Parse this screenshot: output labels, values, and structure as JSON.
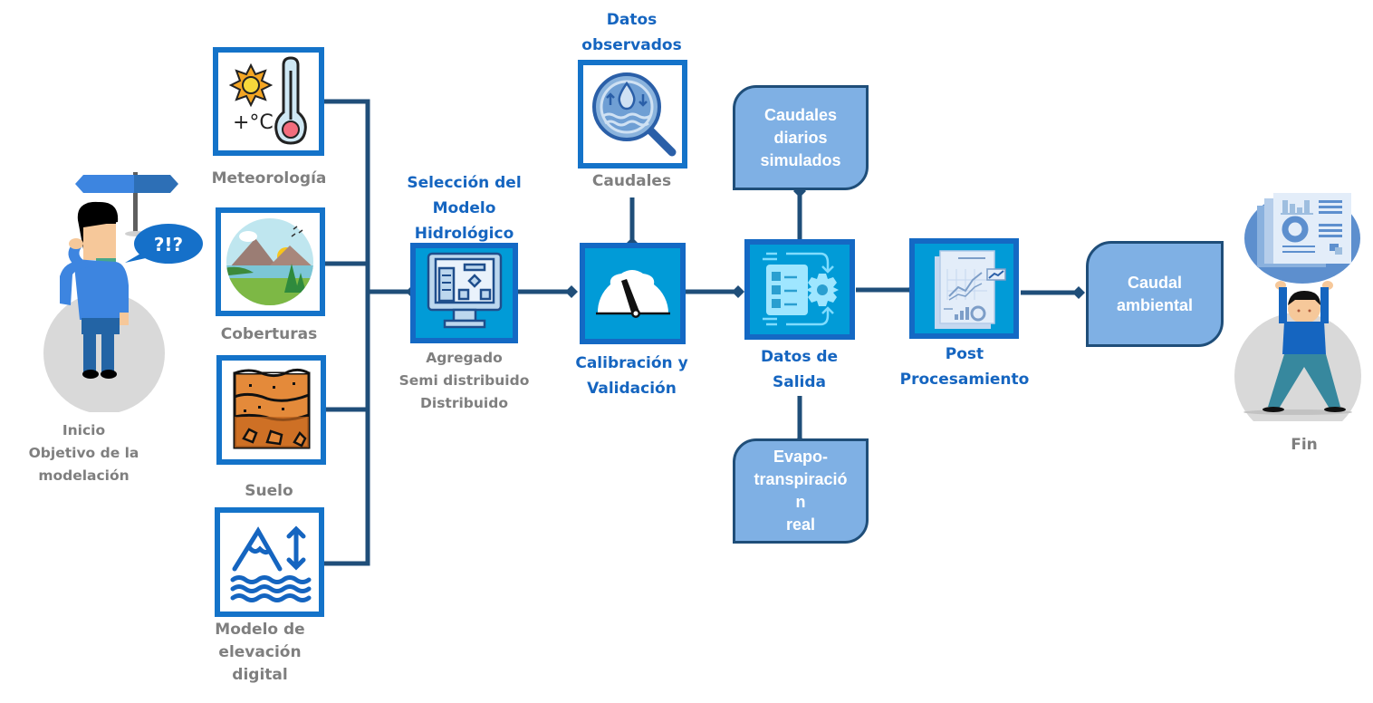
{
  "start": {
    "label_lines": [
      "Inicio",
      "Objetivo de la",
      "modelación"
    ],
    "speech_text": "?!?"
  },
  "inputs": [
    {
      "id": "meteorologia",
      "label": "Meteorología",
      "icon": "sun-thermometer-icon"
    },
    {
      "id": "coberturas",
      "label": "Coberturas",
      "icon": "landscape-icon"
    },
    {
      "id": "suelo",
      "label": "Suelo",
      "icon": "soil-layers-icon"
    },
    {
      "id": "dem",
      "label_lines": [
        "Modelo de",
        "elevación",
        "digital"
      ],
      "icon": "elevation-water-icon"
    }
  ],
  "model_selection": {
    "title_lines": [
      "Selección del",
      "Modelo",
      "Hidrológico"
    ],
    "options": [
      "Agregado",
      "Semi distribuido",
      "Distribuido"
    ],
    "icon": "monitor-flowchart-icon"
  },
  "observed": {
    "title_lines": [
      "Datos",
      "observados"
    ],
    "label": "Caudales",
    "icon": "water-magnifier-icon"
  },
  "calibration": {
    "title_lines": [
      "Calibración y",
      "Validación"
    ],
    "icon": "gauge-icon"
  },
  "output": {
    "title_lines": [
      "Datos de",
      "Salida"
    ],
    "icon": "checklist-gear-icon",
    "products": [
      {
        "id": "caudales",
        "text": "Caudales\ndiarios\nsimulados"
      },
      {
        "id": "evapotranspiracion",
        "text": "Evapo-\ntranspiració\nn\nreal"
      }
    ]
  },
  "post": {
    "title_lines": [
      "Post",
      "Procesamiento"
    ],
    "icon": "report-charts-icon"
  },
  "result": {
    "text": "Caudal\nambiental"
  },
  "end": {
    "label": "Fin"
  },
  "colors": {
    "connector": "#1f4e79",
    "box_border": "#1473c9",
    "box_fill_blue": "#019bd7",
    "output_fill": "#7fb0e4",
    "label_gray": "#7f7f7f",
    "label_blue": "#1565c0"
  }
}
